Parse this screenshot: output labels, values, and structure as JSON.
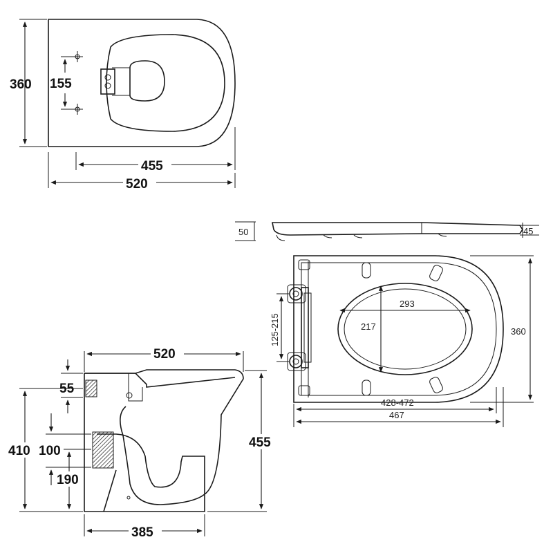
{
  "top_view": {
    "height": "360",
    "fixing_centres": "155",
    "pan_depth": "455",
    "overall_length": "520"
  },
  "seat_side": {
    "left_thickness": "50",
    "right_thickness": "45"
  },
  "seat_top": {
    "hinge_centres": "125-215",
    "opening_width": "293",
    "opening_depth": "217",
    "width": "360",
    "hinge_to_front": "428-472",
    "length": "467"
  },
  "pan_side": {
    "length": "520",
    "inlet_height": "55",
    "inlet_centre": "410",
    "outlet_size": "100",
    "outlet_height": "190",
    "overall_height": "455",
    "base_length": "385"
  }
}
